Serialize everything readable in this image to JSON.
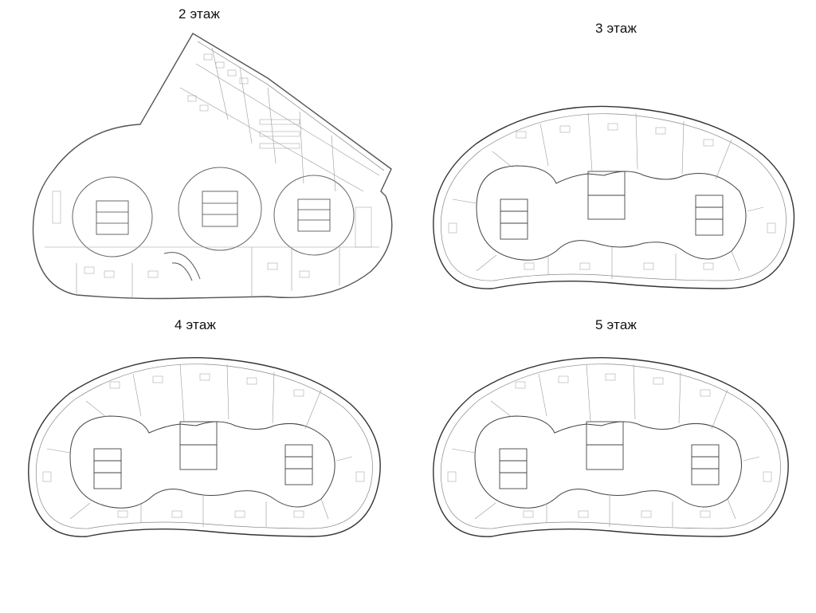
{
  "floors": [
    {
      "id": "p2",
      "label": "2 этаж"
    },
    {
      "id": "p3",
      "label": "3 этаж"
    },
    {
      "id": "p4",
      "label": "4 этаж"
    },
    {
      "id": "p5",
      "label": "5 этаж"
    }
  ],
  "colors": {
    "plan_outline": "#333333",
    "plan_detail": "#7a7a7a",
    "plan_light": "#aaaaaa",
    "label_text": "#111111"
  }
}
